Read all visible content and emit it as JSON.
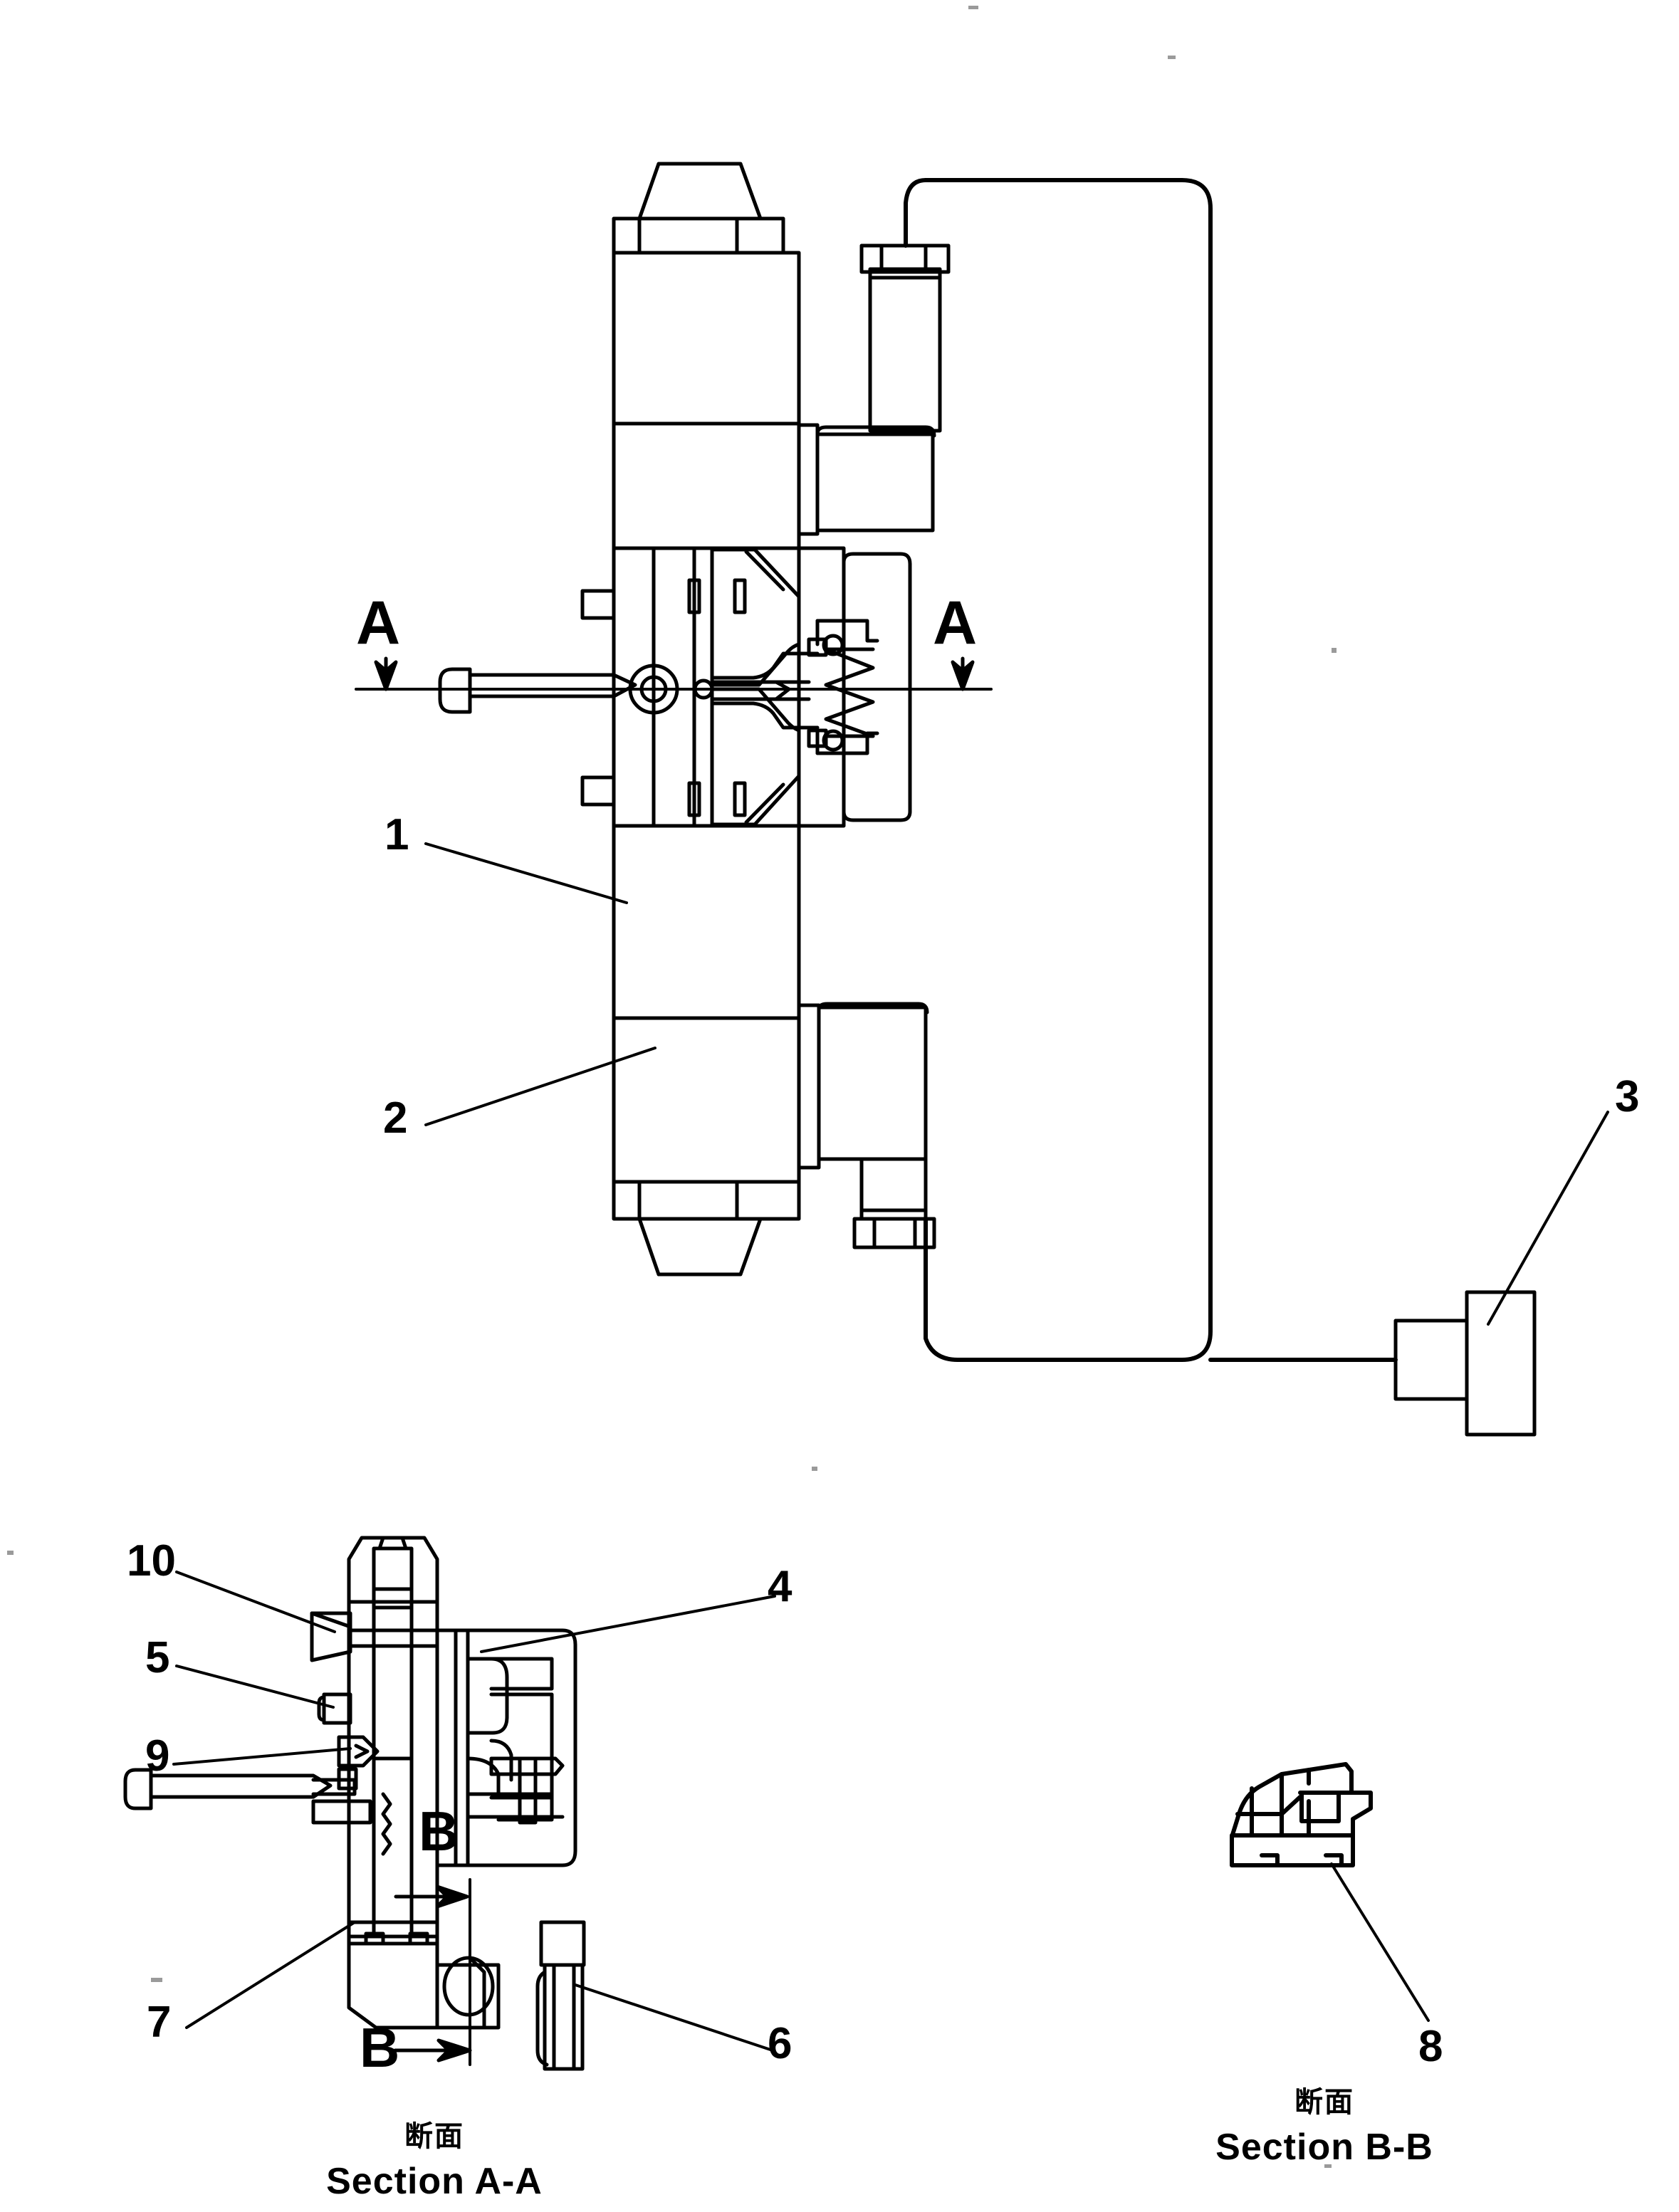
{
  "diagram": {
    "type": "technical-parts-exploded-section-drawing",
    "line_color": "#000000",
    "background_color": "#ffffff",
    "title_note": "Hydraulic control valve assembly with section views"
  },
  "main_view": {
    "section_marker_left": "A",
    "section_marker_right": "A",
    "callouts": [
      {
        "id": "1",
        "label": "1"
      },
      {
        "id": "2",
        "label": "2"
      },
      {
        "id": "3",
        "label": "3"
      }
    ]
  },
  "section_aa": {
    "section_marker_top": "B",
    "section_marker_bottom": "B",
    "callouts": [
      {
        "id": "10",
        "label": "10"
      },
      {
        "id": "5",
        "label": "5"
      },
      {
        "id": "9",
        "label": "9"
      },
      {
        "id": "7",
        "label": "7"
      },
      {
        "id": "4",
        "label": "4"
      },
      {
        "id": "6",
        "label": "6"
      }
    ],
    "caption_jp": "断面",
    "caption_en": "Section A-A"
  },
  "section_bb": {
    "callouts": [
      {
        "id": "8",
        "label": "8"
      }
    ],
    "caption_jp": "断面",
    "caption_en": "Section B-B"
  }
}
